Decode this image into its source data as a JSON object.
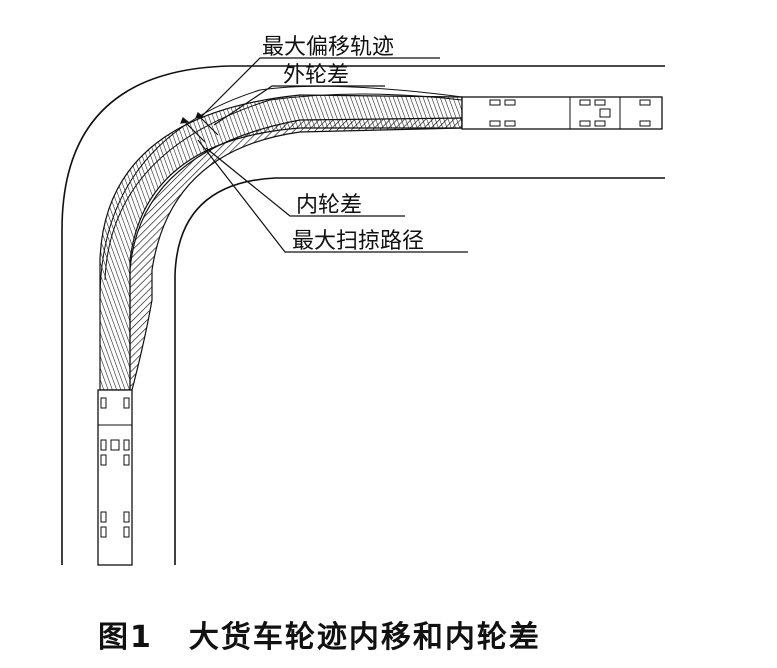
{
  "labels": {
    "max_offset_track": "最大偏移轨迹",
    "outer_wheel_diff": "外轮差",
    "inner_wheel_diff": "内轮差",
    "max_sweep_path": "最大扫掠路径"
  },
  "caption": {
    "number": "图1",
    "title": "大货车轮迹内移和内轮差"
  },
  "colors": {
    "line": "#111111",
    "background": "#ffffff"
  }
}
